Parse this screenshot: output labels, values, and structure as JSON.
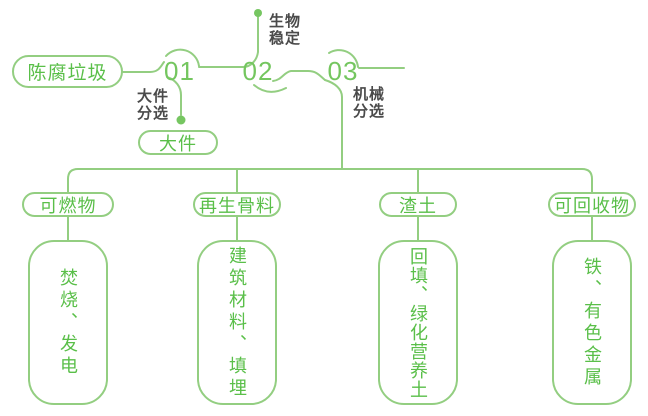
{
  "source": {
    "label": "陈腐垃圾"
  },
  "steps": [
    {
      "number": "01",
      "label": "大件\n分选",
      "output": "大件"
    },
    {
      "number": "02",
      "label": "生物\n稳定"
    },
    {
      "number": "03",
      "label": "机械\n分选"
    }
  ],
  "branches": [
    {
      "category": "可燃物",
      "outcome": "焚烧、发电"
    },
    {
      "category": "再生骨料",
      "outcome": "建筑材料、填埋"
    },
    {
      "category": "渣土",
      "outcome": "回填、绿化营养土"
    },
    {
      "category": "可回收物",
      "outcome": "铁、有色金属"
    }
  ],
  "colors": {
    "line": "#93ce81",
    "number": "#74c65f",
    "green_text": "#5abf49",
    "dark_text": "#4a4a4a"
  }
}
